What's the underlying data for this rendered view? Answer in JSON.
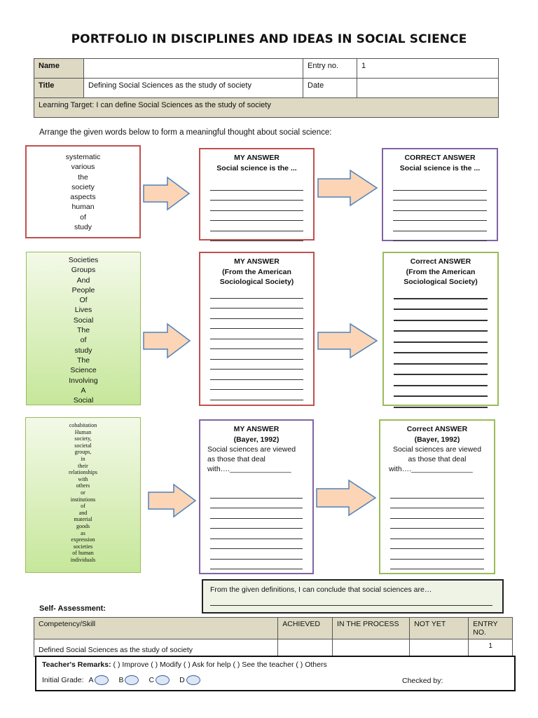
{
  "title": "PORTFOLIO IN DISCIPLINES AND IDEAS IN SOCIAL SCIENCE",
  "header": {
    "name_label": "Name",
    "entry_label": "Entry no.",
    "entry_value": "1",
    "title_label": "Title",
    "title_value": "Defining Social Sciences as the study of society",
    "date_label": "Date",
    "learning_target": "Learning Target: I can define Social Sciences as the study of society"
  },
  "instruction": "Arrange the given words below to form a meaningful thought about social science:",
  "row1": {
    "words": [
      "systematic",
      "various",
      "the",
      "society",
      "aspects",
      "human",
      "of",
      "study"
    ],
    "my_title": "MY ANSWER",
    "my_prompt": "Social science is the ...",
    "correct_title": "CORRECT ANSWER",
    "correct_prompt": "Social science is the ..."
  },
  "row2": {
    "words": [
      "Societies",
      "Groups",
      "And",
      "People",
      "Of",
      "Lives",
      "Social",
      "The",
      "of",
      "study",
      "The",
      "Science",
      "Involving",
      "A",
      "Social"
    ],
    "my_title": "MY ANSWER",
    "my_sub": "(From the American Sociological Society)",
    "correct_title": "Correct ANSWER",
    "correct_sub": "(From the American Sociological Society)"
  },
  "row3": {
    "words": [
      "cohabitation",
      "Human",
      "society,",
      "societal",
      "groups,",
      "in",
      "their",
      "relationships",
      "with",
      "others",
      "or",
      "institutions",
      "of",
      "and",
      "material",
      "goods",
      "as",
      "expression",
      "societies",
      "of human",
      "individuals"
    ],
    "my_title": "MY ANSWER",
    "my_cite": "(Bayer, 1992)",
    "my_text": "Social sciences are viewed as those that deal",
    "my_with": "with…._______________",
    "correct_title": "Correct ANSWER",
    "correct_cite": "(Bayer, 1992)",
    "correct_text": "Social sciences are viewed as those that deal",
    "correct_with": "with…._______________"
  },
  "conclusion": "From the given definitions, I can conclude that social sciences are…",
  "self_assessment": {
    "heading": "Self- Assessment:",
    "col_skill": "Competency/Skill",
    "col_achieved": "ACHIEVED",
    "col_process": "IN THE PROCESS",
    "col_notyet": "NOT YET",
    "col_entry": "ENTRY NO.",
    "row_skill": "Defined Social Sciences as the study of society",
    "row_entry": "1"
  },
  "remarks": {
    "label": "Teacher's Remarks:",
    "options": "(   ) Improve    (   ) Modify   (   )    Ask for help   (   ) See the teacher   (   ) Others",
    "grade_label": "Initial Grade:",
    "grades": [
      "A",
      "B",
      "C",
      "D"
    ],
    "checked_by": "Checked by:"
  },
  "colors": {
    "red": "#c0504d",
    "purple": "#8064a2",
    "green": "#9bbb59",
    "arrow_fill": "#fbd5b5",
    "arrow_stroke": "#4f81bd"
  }
}
